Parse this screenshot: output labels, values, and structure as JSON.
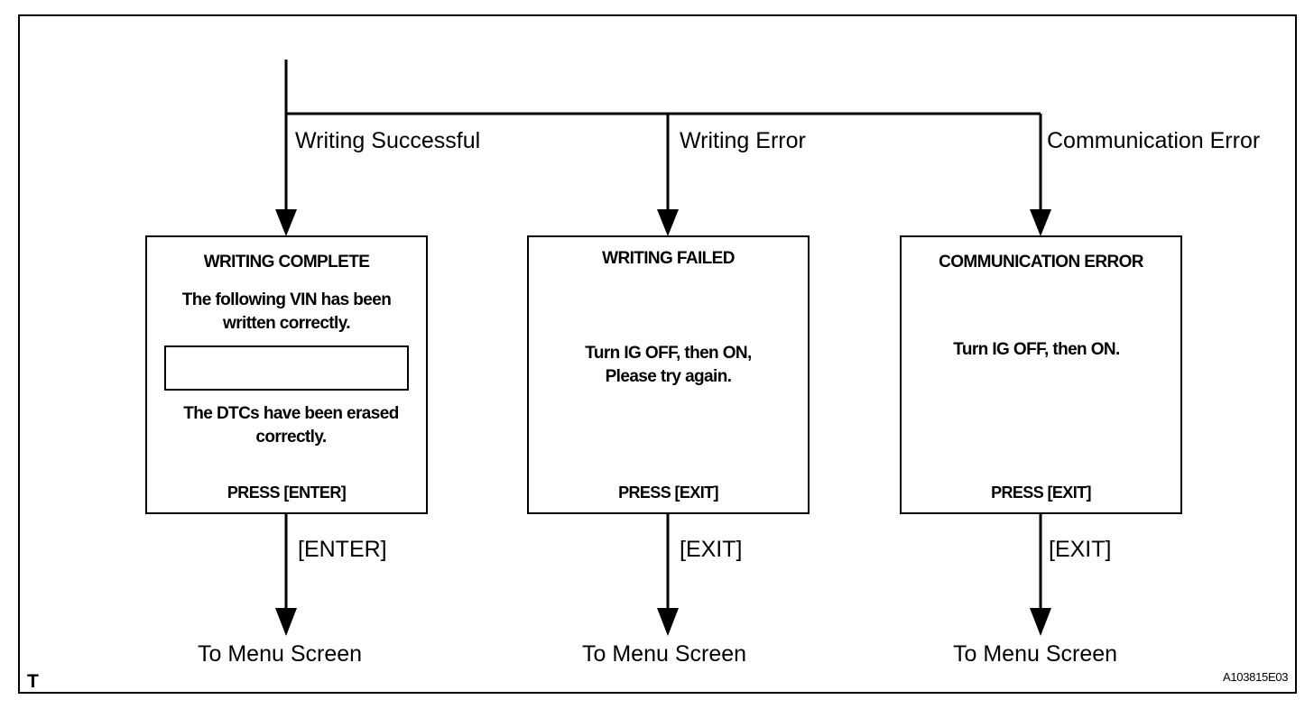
{
  "branches": [
    {
      "label": "Writing Successful",
      "key_label": "[ENTER]",
      "destination": "To Menu Screen"
    },
    {
      "label": "Writing Error",
      "key_label": "[EXIT]",
      "destination": "To Menu Screen"
    },
    {
      "label": "Communication Error",
      "key_label": "[EXIT]",
      "destination": "To Menu Screen"
    }
  ],
  "screens": {
    "complete": {
      "title": "WRITING COMPLETE",
      "line1": "The following VIN has been",
      "line2": "written correctly.",
      "vin_value": "",
      "line3": "The DTCs have been erased",
      "line4": "correctly.",
      "press": "PRESS [ENTER]"
    },
    "failed": {
      "title": "WRITING  FAILED",
      "line1": "Turn IG OFF, then ON,",
      "line2": "Please try again.",
      "press": "PRESS [EXIT]"
    },
    "comm_error": {
      "title": "COMMUNICATION ERROR",
      "line1": "Turn IG OFF, then ON.",
      "press": "PRESS [EXIT]"
    }
  },
  "corner_mark": "T",
  "figure_id": "A103815E03"
}
